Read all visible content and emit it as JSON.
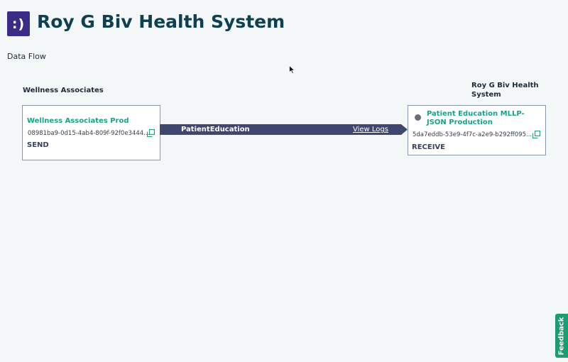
{
  "header": {
    "logo_text": ":)",
    "title": "Roy G Biv Health System"
  },
  "section_title": "Data Flow",
  "source": {
    "org": "Wellness Associates",
    "name": "Wellness Associates Prod",
    "id": "08981ba9-0d15-4ab4-809f-92f0e3444...",
    "role": "SEND"
  },
  "destination": {
    "org": "Roy G Biv Health System",
    "name": "Patient Education MLLP-JSON Production",
    "id": "5da7eddb-53e9-4f7c-a2e9-b292ff095...",
    "role": "RECEIVE",
    "status_color": "#6b6f75"
  },
  "flow": {
    "label": "PatientEducation",
    "view_logs": "View Logs",
    "color": "#3f4670"
  },
  "feedback_label": "Feedback",
  "colors": {
    "brand": "#3b2c86",
    "title": "#0f4052",
    "accent_green": "#1ea085",
    "feedback": "#1a9d6f"
  },
  "icons": [
    "logo-icon",
    "copy-icon",
    "cursor-icon"
  ]
}
